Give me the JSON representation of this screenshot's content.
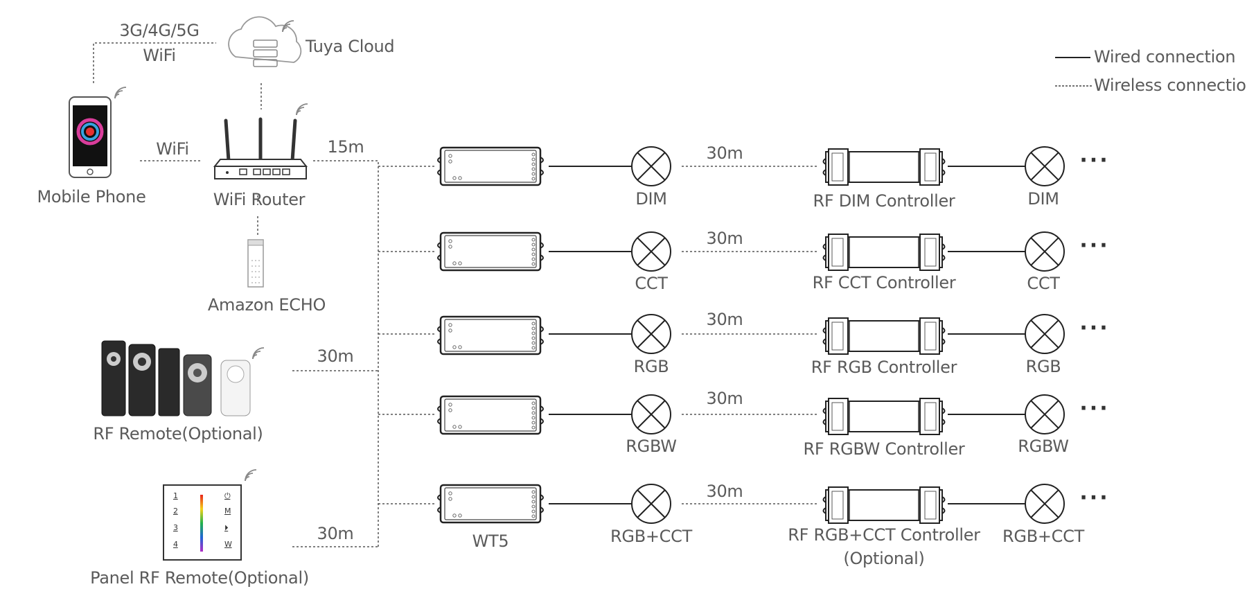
{
  "legend": {
    "wired": "Wired connection",
    "wireless": "Wireless connection"
  },
  "cloud": {
    "network_label_1": "3G/4G/5G",
    "network_label_2": "WiFi",
    "label": "Tuya Cloud"
  },
  "phone": {
    "label": "Mobile Phone",
    "link_label": "WiFi"
  },
  "router": {
    "label": "WiFi Router",
    "distance": "15m"
  },
  "echo": {
    "label": "Amazon ECHO"
  },
  "rf_remote": {
    "label": "RF Remote(Optional)",
    "distance": "30m"
  },
  "panel_remote": {
    "label": "Panel RF Remote(Optional)",
    "distance": "30m",
    "keys": [
      "1",
      "2",
      "3",
      "4"
    ],
    "func_keys": [
      "⏻",
      "M",
      "⏵",
      "W"
    ]
  },
  "rows": [
    {
      "lamp": "DIM",
      "distance": "30m",
      "controller": "RF DIM Controller",
      "controller_line2": "",
      "lamp2": "DIM",
      "dots": "···"
    },
    {
      "lamp": "CCT",
      "distance": "30m",
      "controller": "RF CCT Controller",
      "controller_line2": "",
      "lamp2": "CCT",
      "dots": "···"
    },
    {
      "lamp": "RGB",
      "distance": "30m",
      "controller": "RF RGB Controller",
      "controller_line2": "",
      "lamp2": "RGB",
      "dots": "···"
    },
    {
      "lamp": "RGBW",
      "distance": "30m",
      "controller": "RF RGBW Controller",
      "controller_line2": "",
      "lamp2": "RGBW",
      "dots": "···"
    },
    {
      "lamp": "RGB+CCT",
      "distance": "30m",
      "controller": "RF RGB+CCT Controller",
      "controller_line2": "(Optional)",
      "lamp2": "RGB+CCT",
      "dots": "···",
      "device_label": "WT5"
    }
  ]
}
